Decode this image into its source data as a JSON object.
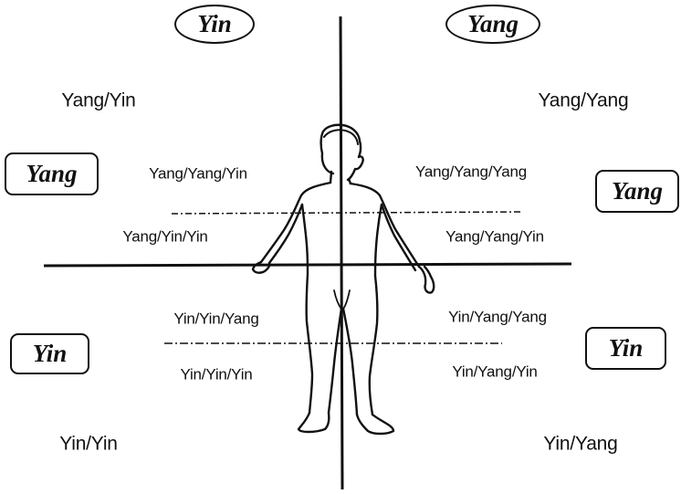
{
  "badges": {
    "top_left": "Yin",
    "top_right": "Yang",
    "side_left_upper": "Yang",
    "side_right_upper": "Yang",
    "side_left_lower": "Yin",
    "side_right_lower": "Yin"
  },
  "quadrants": {
    "upper_left": "Yang/Yin",
    "upper_right": "Yang/Yang",
    "lower_left": "Yin/Yin",
    "lower_right": "Yin/Yang"
  },
  "zones": {
    "upper_left_top": "Yang/Yang/Yin",
    "upper_right_top": "Yang/Yang/Yang",
    "upper_left_bottom": "Yang/Yin/Yin",
    "upper_right_bottom": "Yang/Yang/Yin",
    "lower_left_top": "Yin/Yin/Yang",
    "lower_right_top": "Yin/Yang/Yang",
    "lower_left_bottom": "Yin/Yin/Yin",
    "lower_right_bottom": "Yin/Yang/Yin"
  }
}
